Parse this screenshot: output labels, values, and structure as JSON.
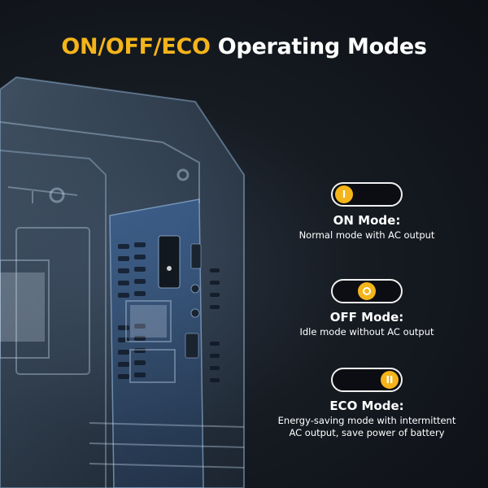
{
  "title": {
    "accent": "ON/OFF/ECO",
    "rest": "Operating Modes"
  },
  "modes": [
    {
      "name": "ON Mode:",
      "description": "Normal mode with AC output",
      "knob_position": "left",
      "knob_symbol": "I"
    },
    {
      "name": "OFF Mode:",
      "description": "Idle mode without AC output",
      "knob_position": "center",
      "knob_symbol": "O"
    },
    {
      "name": "ECO Mode:",
      "description_lines": [
        "Energy-saving mode with intermittent",
        "AC output, save power of battery"
      ],
      "knob_position": "right",
      "knob_symbol": "II"
    }
  ],
  "colors": {
    "accent": "#f4b41a",
    "text": "#ffffff",
    "background": "#161b22"
  }
}
